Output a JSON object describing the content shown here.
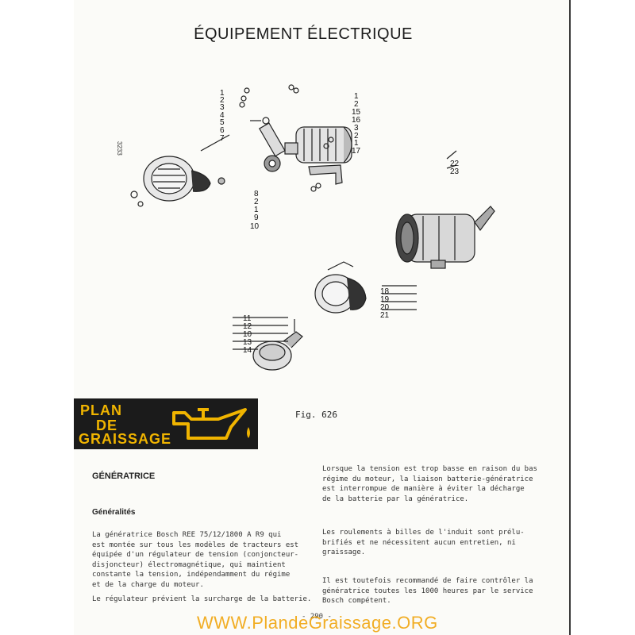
{
  "header": {
    "title": "ÉQUIPEMENT ÉLECTRIQUE"
  },
  "figure": {
    "code": "3233",
    "label": "Fig. 626",
    "callouts_left_top": [
      "1",
      "2",
      "3",
      "4",
      "5",
      "6",
      "7"
    ],
    "callouts_right_top": [
      "1",
      "2",
      "15",
      "16",
      "3",
      "2",
      "1",
      "17"
    ],
    "callouts_lower_mid": [
      "8",
      "2",
      "1",
      "9",
      "10"
    ],
    "callouts_right_mid": [
      "22",
      "23"
    ],
    "callouts_right_low": [
      "18",
      "19",
      "20",
      "21"
    ],
    "callouts_left_low": [
      "11",
      "12",
      "10",
      "13",
      "14"
    ]
  },
  "logo": {
    "line1": "PLAN",
    "line2": "DE",
    "line3": "GRAISSAGE",
    "oilcan_icon": "oilcan-icon",
    "colors": {
      "background": "#1b1b1b",
      "accent": "#f0b400"
    }
  },
  "sections": {
    "generatrice_heading": "GÉNÉRATRICE",
    "generalites_heading": "Généralités",
    "left_p1": "La génératrice Bosch REE 75/12/1800 A R9 qui\nest montée sur tous les modèles de tracteurs est\néquipée d'un régulateur de tension (conjoncteur-\ndisjoncteur) électromagnétique, qui maintient\nconstante la tension, indépendamment du régime\net de la charge du moteur.",
    "left_p2": "Le régulateur prévient la surcharge de la batterie.",
    "right_p1": "Lorsque la tension est trop basse en raison du bas\nrégime du moteur, la liaison batterie-génératrice\nest interrompue de manière à éviter la décharge\nde la batterie par la génératrice.",
    "right_p2": "Les roulements à billes de l'induit sont prélu-\nbrifiés et ne nécessitent aucun entretien, ni\ngraissage.",
    "right_p3": "Il est toutefois recommandé de faire contrôler la\ngénératrice toutes les 1000 heures par le service\nBosch compétent."
  },
  "footer": {
    "page_number": "- 290 -",
    "watermark": "WWW.PlandeGraissage.ORG"
  }
}
